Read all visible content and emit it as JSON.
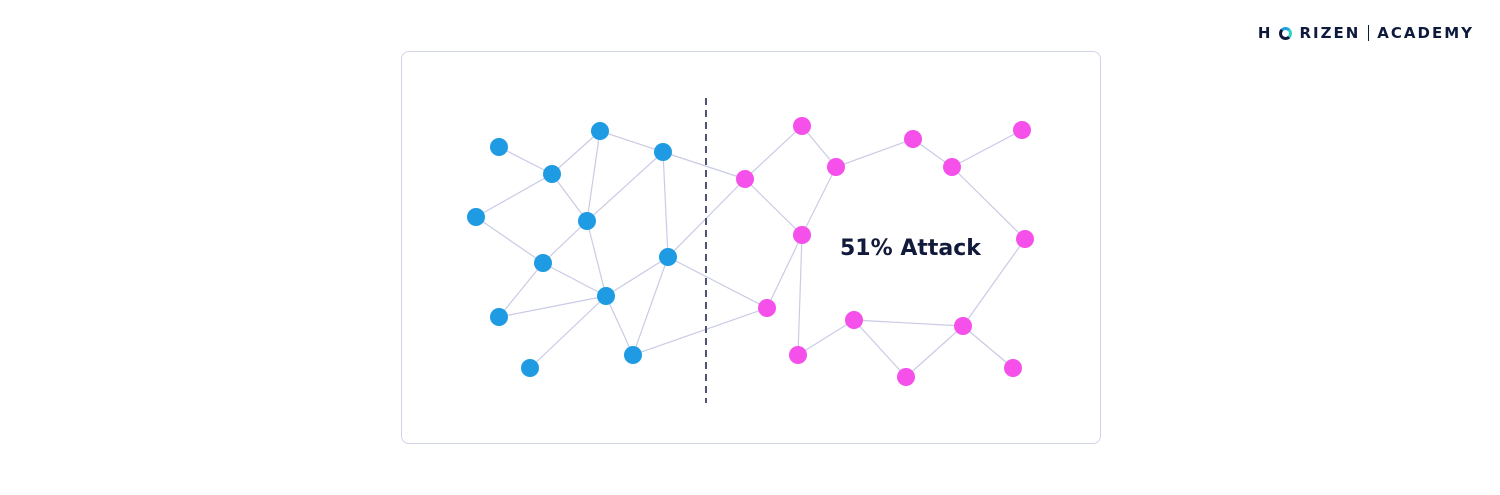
{
  "brand": {
    "part1": "H",
    "part2": "RIZEN",
    "part3": "ACADEMY"
  },
  "diagram": {
    "label": "51% Attack",
    "colors": {
      "honest": "#1e9be3",
      "attacker": "#f550ea",
      "edge": "#c9cbe6",
      "divider": "#3b4160",
      "frame": "#cfd5e6"
    },
    "node_groups": [
      "honest",
      "attacker"
    ]
  }
}
